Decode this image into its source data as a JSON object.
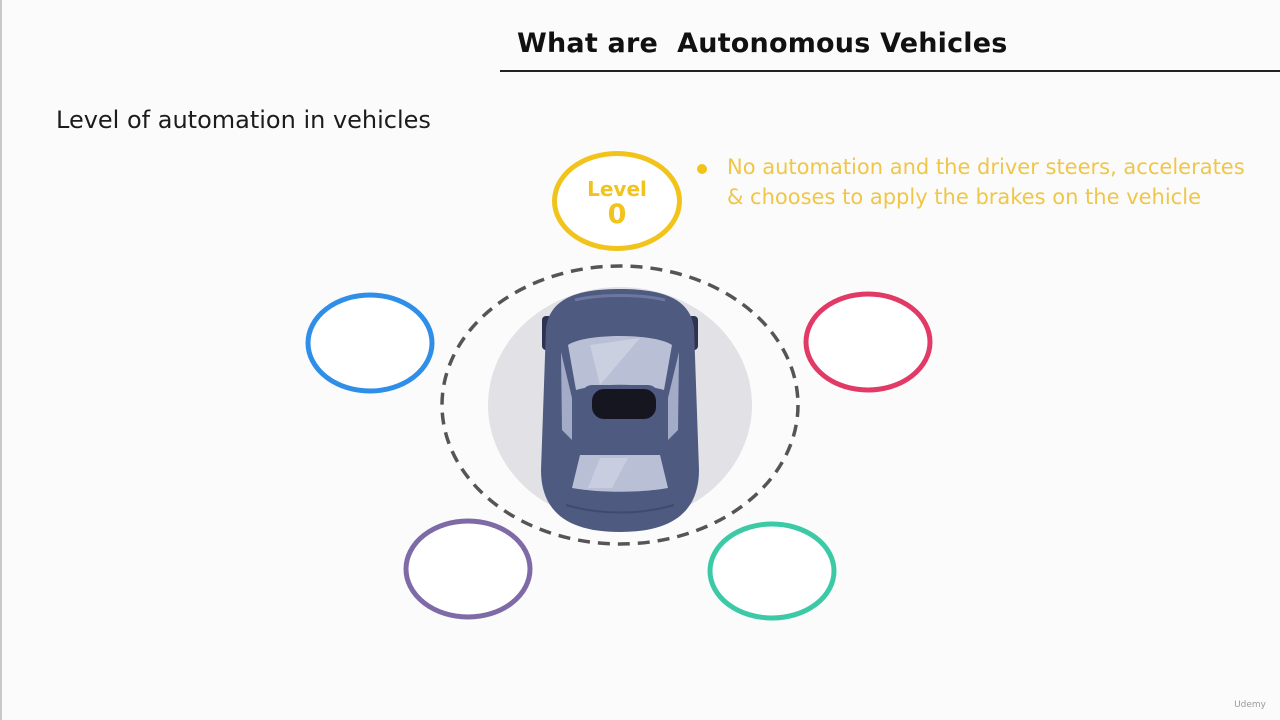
{
  "slide": {
    "title": "What are  Autonomous Vehicles",
    "subtitle": "Level of automation in vehicles"
  },
  "level": {
    "word": "Level",
    "number": "0",
    "description": "No automation and the driver steers, accelerates & chooses to apply the brakes on the vehicle"
  },
  "colors": {
    "level0": "#f2c31a",
    "blue": "#2f8fe8",
    "pink": "#e23a66",
    "purple": "#7d6aa6",
    "teal": "#3bc9a6",
    "car_body": "#4e5a80",
    "halo": "#e2e2e6"
  },
  "icons": [
    "car-top-view-icon",
    "dashed-ring",
    "level-circle-blue",
    "level-circle-pink",
    "level-circle-purple",
    "level-circle-teal"
  ],
  "watermark": "Udemy"
}
